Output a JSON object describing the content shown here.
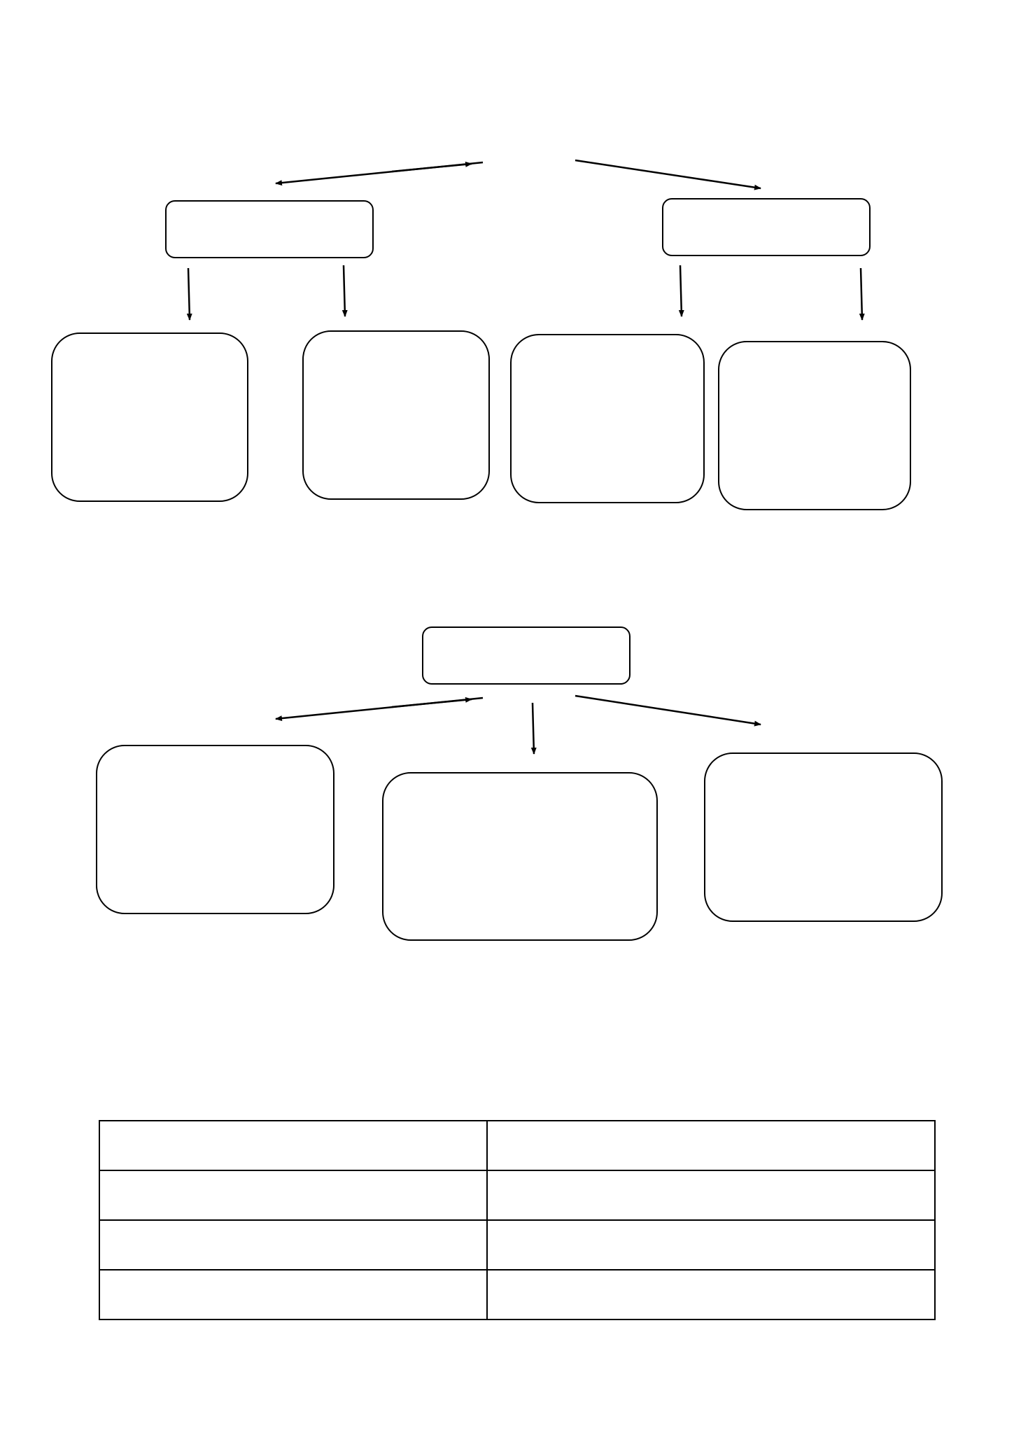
{
  "diagram": {
    "title": "",
    "stroke_color": "#000000",
    "fill_color": "#ffffff",
    "upper_tree": {
      "branch_nodes": [
        {
          "id": "upper-left-branch",
          "label": ""
        },
        {
          "id": "upper-right-branch",
          "label": ""
        }
      ],
      "leaf_nodes": [
        {
          "id": "upper-leaf-1",
          "label": ""
        },
        {
          "id": "upper-leaf-2",
          "label": ""
        },
        {
          "id": "upper-leaf-3",
          "label": ""
        },
        {
          "id": "upper-leaf-4",
          "label": ""
        }
      ]
    },
    "lower_tree": {
      "root_node": {
        "id": "lower-root",
        "label": ""
      },
      "leaf_nodes": [
        {
          "id": "lower-leaf-1",
          "label": ""
        },
        {
          "id": "lower-leaf-2",
          "label": ""
        },
        {
          "id": "lower-leaf-3",
          "label": ""
        }
      ]
    }
  },
  "table": {
    "rows": [
      [
        "",
        ""
      ],
      [
        "",
        ""
      ],
      [
        "",
        ""
      ],
      [
        "",
        ""
      ]
    ]
  }
}
